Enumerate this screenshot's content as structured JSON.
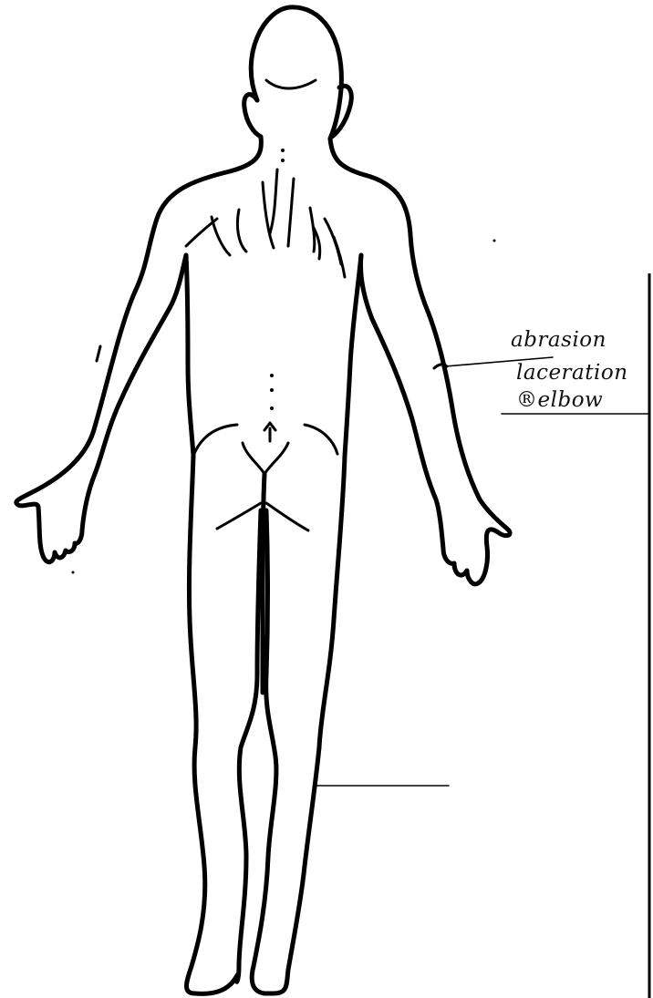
{
  "annotations": [
    {
      "id": "elbow",
      "lines": [
        "abrasion",
        "laceration",
        "®elbow"
      ]
    },
    {
      "id": "calf",
      "lines": []
    }
  ]
}
